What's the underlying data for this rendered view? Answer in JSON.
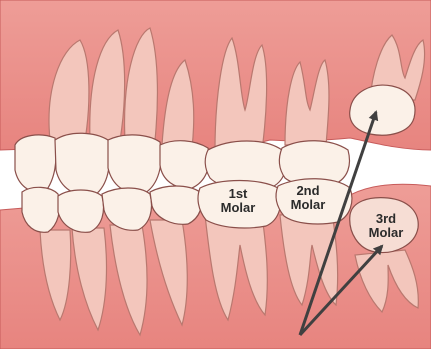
{
  "labels": {
    "first_molar": [
      "1st",
      "Molar"
    ],
    "second_molar": [
      "2nd",
      "Molar"
    ],
    "third_molar": [
      "3rd",
      "Molar"
    ]
  },
  "colors": {
    "gum": "#e88f8a",
    "gum_dark": "#c75b5a",
    "tooth": "#fbf1e8",
    "root": "#f3c6bc",
    "outline": "#8a4f4a",
    "arrow": "#404040"
  }
}
